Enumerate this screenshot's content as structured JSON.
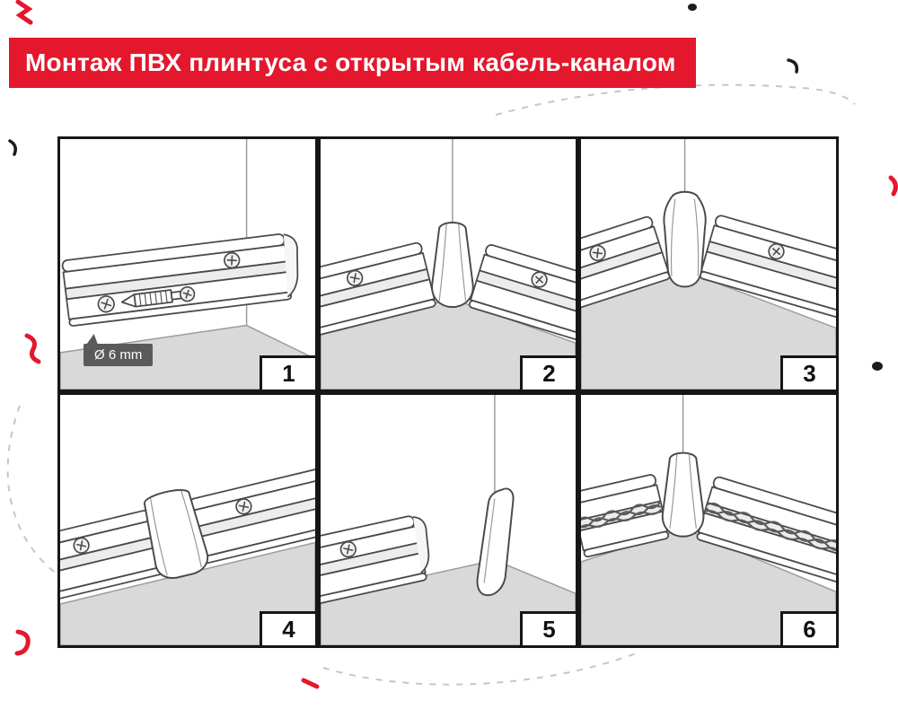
{
  "title": "Монтаж ПВХ плинтуса с открытым кабель-каналом",
  "annotation": {
    "diameter_label": "Ø 6 mm"
  },
  "steps": [
    {
      "number": "1"
    },
    {
      "number": "2"
    },
    {
      "number": "3"
    },
    {
      "number": "4"
    },
    {
      "number": "5"
    },
    {
      "number": "6"
    }
  ],
  "icons": [
    "screw-icon",
    "dowel-icon",
    "inner-corner-piece",
    "outer-corner-piece",
    "connector-piece",
    "end-cap-piece",
    "cable-lines"
  ],
  "colors": {
    "accent_red": "#e4172d",
    "panel_border": "#161616",
    "floor_gray": "#d9d9d9",
    "line_gray": "#4a4a4a",
    "label_bg": "#5a5a5a"
  }
}
